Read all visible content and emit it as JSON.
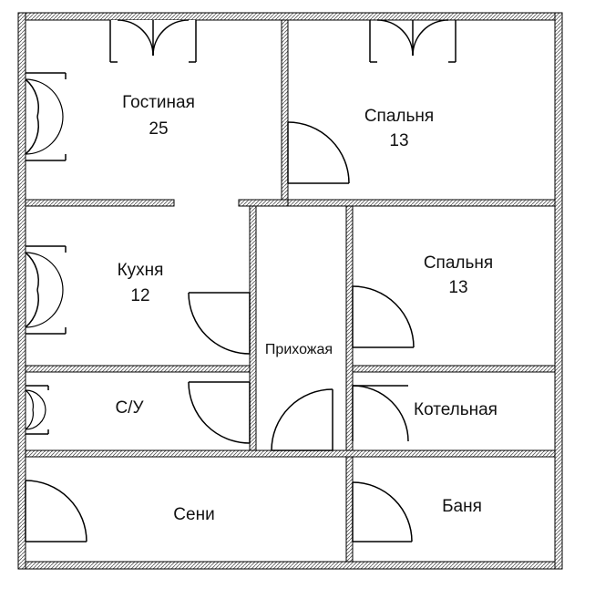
{
  "rooms": {
    "living": {
      "name": "Гостиная",
      "area": "25"
    },
    "bedroom1": {
      "name": "Спальня",
      "area": "13"
    },
    "kitchen": {
      "name": "Кухня",
      "area": "12"
    },
    "bedroom2": {
      "name": "Спальня",
      "area": "13"
    },
    "hallway": {
      "name": "Прихожая"
    },
    "bathroom": {
      "name": "С/У"
    },
    "boiler": {
      "name": "Котельная"
    },
    "vestibule": {
      "name": "Сени"
    },
    "sauna": {
      "name": "Баня"
    }
  }
}
